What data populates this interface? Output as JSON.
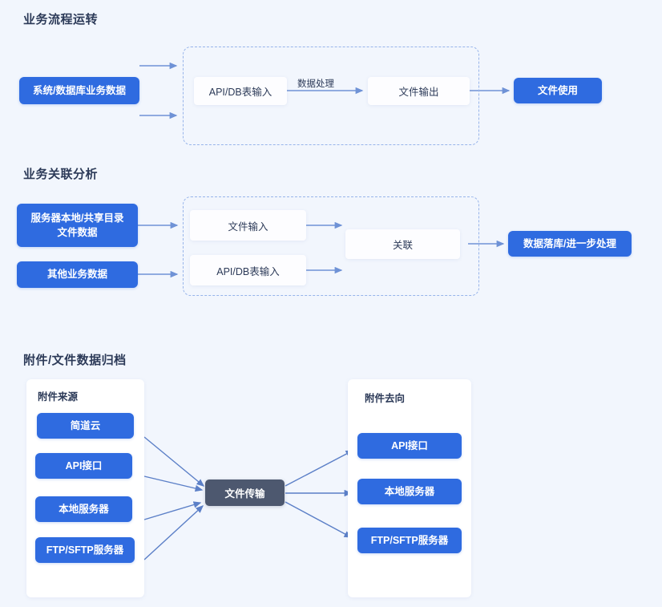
{
  "page": {
    "background_color": "#f2f6fd",
    "accent_blue": "#2f6be0",
    "dark_slate": "#4d586f",
    "dashed_border_color": "#97b4ea",
    "arrow_color": "#6f92d6"
  },
  "sections": [
    {
      "id": "business-process",
      "title": "业务流程运转",
      "source": "系统/数据库业务数据",
      "inner_nodes": [
        {
          "label": "API/DB表输入"
        },
        {
          "label": "文件输出"
        }
      ],
      "edge_label": "数据处理",
      "output": "文件使用"
    },
    {
      "id": "business-correlation",
      "title": "业务关联分析",
      "sources": [
        {
          "label": "服务器本地/共享目录\n文件数据",
          "line1": "服务器本地/共享目录",
          "line2": "文件数据"
        },
        {
          "label": "其他业务数据"
        }
      ],
      "inner_nodes": [
        {
          "label": "文件输入"
        },
        {
          "label": "API/DB表输入"
        },
        {
          "label": "关联"
        }
      ],
      "output": "数据落库/进一步处理"
    },
    {
      "id": "attachment-archive",
      "title": "附件/文件数据归档",
      "source_panel": {
        "title": "附件来源",
        "items": [
          {
            "label": "简道云"
          },
          {
            "label": "API接口"
          },
          {
            "label": "本地服务器"
          },
          {
            "label": "FTP/SFTP服务器"
          }
        ]
      },
      "hub": {
        "label": "文件传输"
      },
      "target_panel": {
        "title": "附件去向",
        "items": [
          {
            "label": "API接口"
          },
          {
            "label": "本地服务器"
          },
          {
            "label": "FTP/SFTP服务器"
          }
        ]
      }
    }
  ]
}
